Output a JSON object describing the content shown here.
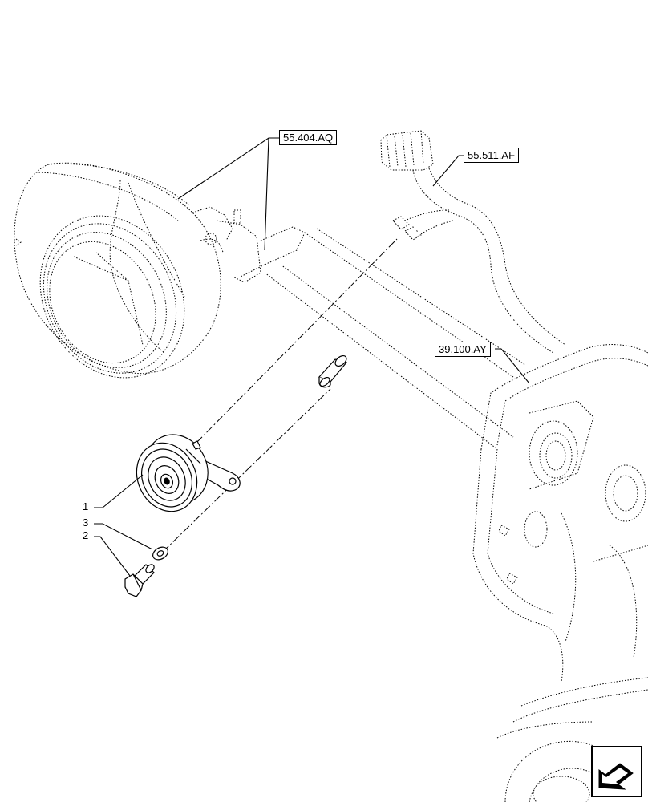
{
  "references": {
    "headlamp": "55.404.AQ",
    "harness": "55.511.AF",
    "frame": "39.100.AY"
  },
  "callouts": [
    {
      "number": "1",
      "part": "horn"
    },
    {
      "number": "3",
      "part": "washer"
    },
    {
      "number": "2",
      "part": "bolt"
    }
  ],
  "icons": {
    "navigation": "arrow-icon"
  }
}
